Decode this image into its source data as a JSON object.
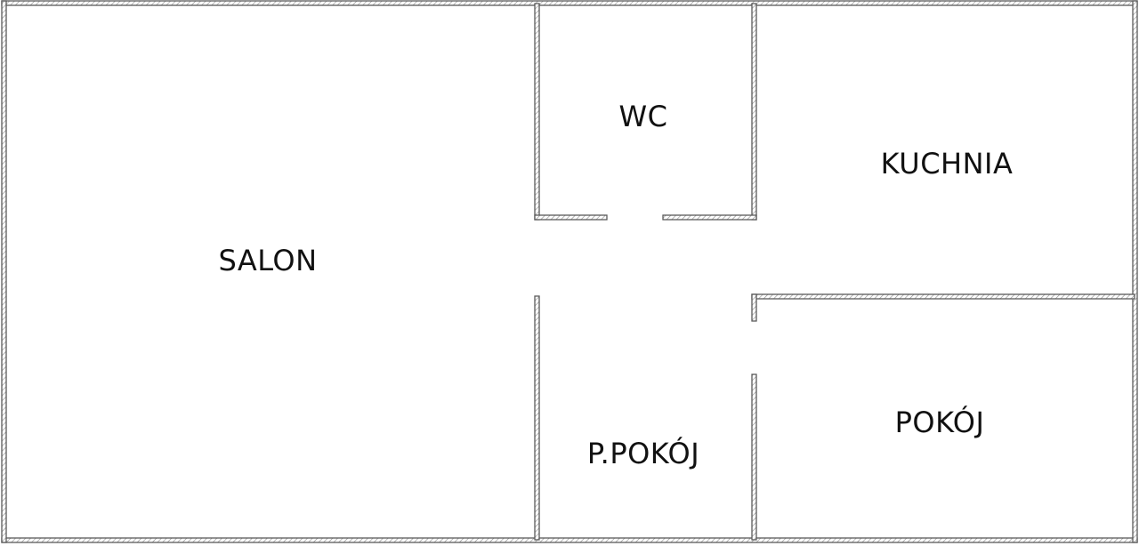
{
  "floorplan": {
    "rooms": [
      {
        "id": "salon",
        "label": "SALON"
      },
      {
        "id": "wc",
        "label": "WC"
      },
      {
        "id": "kuchnia",
        "label": "KUCHNIA"
      },
      {
        "id": "pokoj",
        "label": "POKÓJ"
      },
      {
        "id": "p-pokoj",
        "label": "P.POKÓJ"
      }
    ]
  },
  "colors": {
    "wall_stroke": "#5a5a5a",
    "wall_hatch": "#8a8a8a",
    "wall_fill": "#ffffff",
    "label_text": "#111111"
  }
}
